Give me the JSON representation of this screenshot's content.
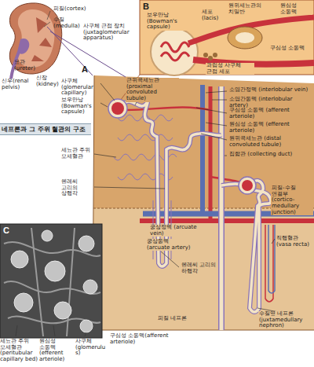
{
  "diagram": {
    "title": "네프론과 그 주위 혈관의 구조",
    "labels": [
      "피질(cortex)",
      "수질(medulla)",
      "요관(ureter)",
      "신장(kidney)",
      "신우(renal pelvis)",
      "사구체 근접 장치 (juxtaglomerular apparatus)",
      "B",
      "보우만낭 (Bowman's capsule)",
      "세포 (lacis)",
      "원위세뇨관의 치밀반",
      "원심성 소동맥",
      "과립성 사구체 근접 세포",
      "구심성 소동맥",
      "A",
      "사구체 (glomerular capillary)",
      "보우만낭 (Bowman's capsule)",
      "근위곡세뇨관 (proximal convoluted tubule)",
      "소엽간정맥 (interlobular vein)",
      "소엽간동맥 (interlobular artery)",
      "구심성 소동맥 (afferent arteriole)",
      "원심성 소동맥 (efferent arteriole)",
      "원위곡세뇨관 (distal convoluted tubule)",
      "집합관 (collecting duct)",
      "세뇨관 주위 모세혈관",
      "헨레씨 고리의 상행각",
      "피질-수질 연결부 (cortico-medullary junction)",
      "궁상정맥 (arcuate vein)",
      "궁상동맥 (arcuate artery)",
      "헨레씨 고리의 하행각",
      "직행혈관 (vasa recta)",
      "피질 네프론",
      "수질옆 네프론 (juxtamedullary nephron)",
      "C",
      "세뇨관 주위 모세혈관 (peritubular capillary bed)",
      "원심성 소동맥 (efferent arteriole)",
      "사구체(glomerulus)",
      "구심성 소동맥(afferent arteriole)"
    ]
  }
}
